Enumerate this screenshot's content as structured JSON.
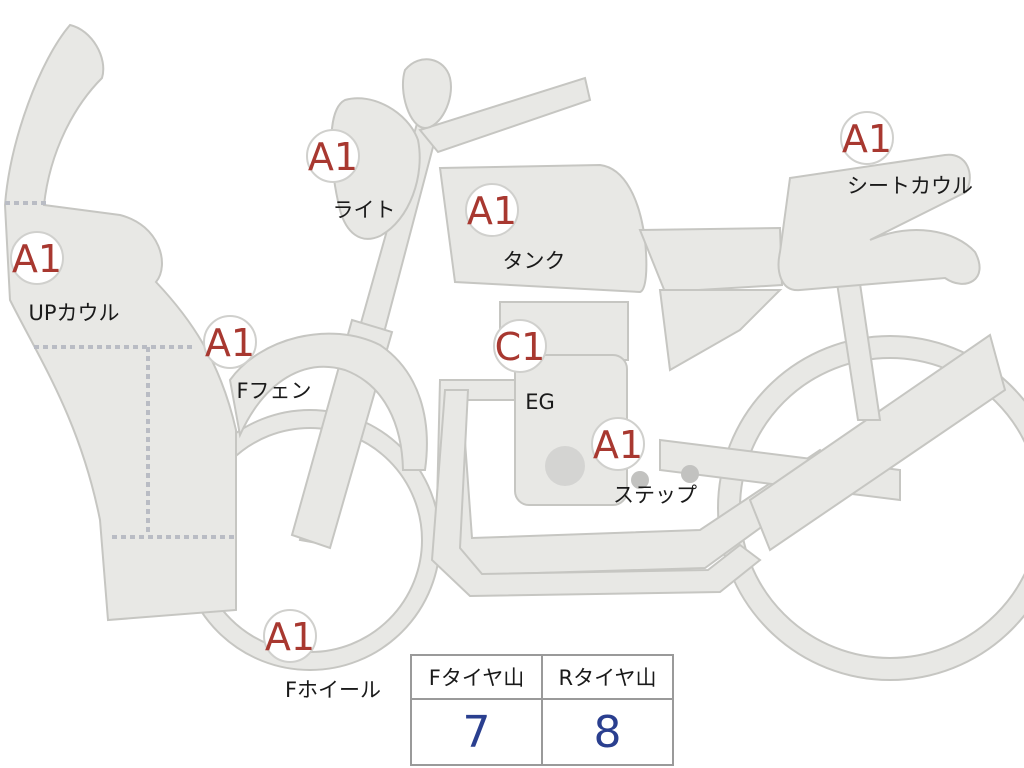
{
  "parts": [
    {
      "id": "up-cowl",
      "grade": "A1",
      "label": "UPカウル"
    },
    {
      "id": "light",
      "grade": "A1",
      "label": "ライト"
    },
    {
      "id": "tank",
      "grade": "A1",
      "label": "タンク"
    },
    {
      "id": "seat-cowl",
      "grade": "A1",
      "label": "シートカウル"
    },
    {
      "id": "f-fender",
      "grade": "A1",
      "label": "Fフェン"
    },
    {
      "id": "engine",
      "grade": "C1",
      "label": "EG"
    },
    {
      "id": "step",
      "grade": "A1",
      "label": "ステップ"
    },
    {
      "id": "f-wheel",
      "grade": "A1",
      "label": "Fホイール"
    }
  ],
  "tires": {
    "front_label": "Fタイヤ山",
    "rear_label": "Rタイヤ山",
    "front_value": "7",
    "rear_value": "8"
  }
}
